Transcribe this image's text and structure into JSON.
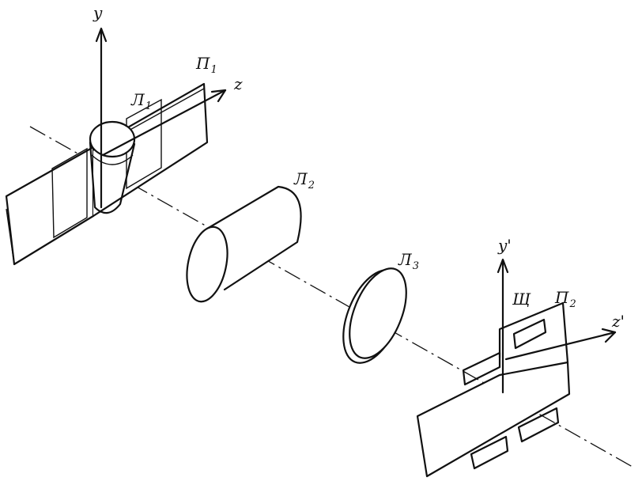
{
  "labels": {
    "y_axis_1": "y",
    "z_axis_1": "z",
    "plane_1": {
      "main": "П",
      "sub": "1"
    },
    "lens_1": {
      "main": "Л",
      "sub": "1"
    },
    "lens_2": {
      "main": "Л",
      "sub": "2"
    },
    "lens_3": {
      "main": "Л",
      "sub": "3"
    },
    "y_axis_2": "y'",
    "z_axis_2": "z'",
    "plane_2": {
      "main": "П",
      "sub": "2"
    },
    "slit": "Щ"
  },
  "colors": {
    "ink": "#111111",
    "paper": "#ffffff"
  }
}
